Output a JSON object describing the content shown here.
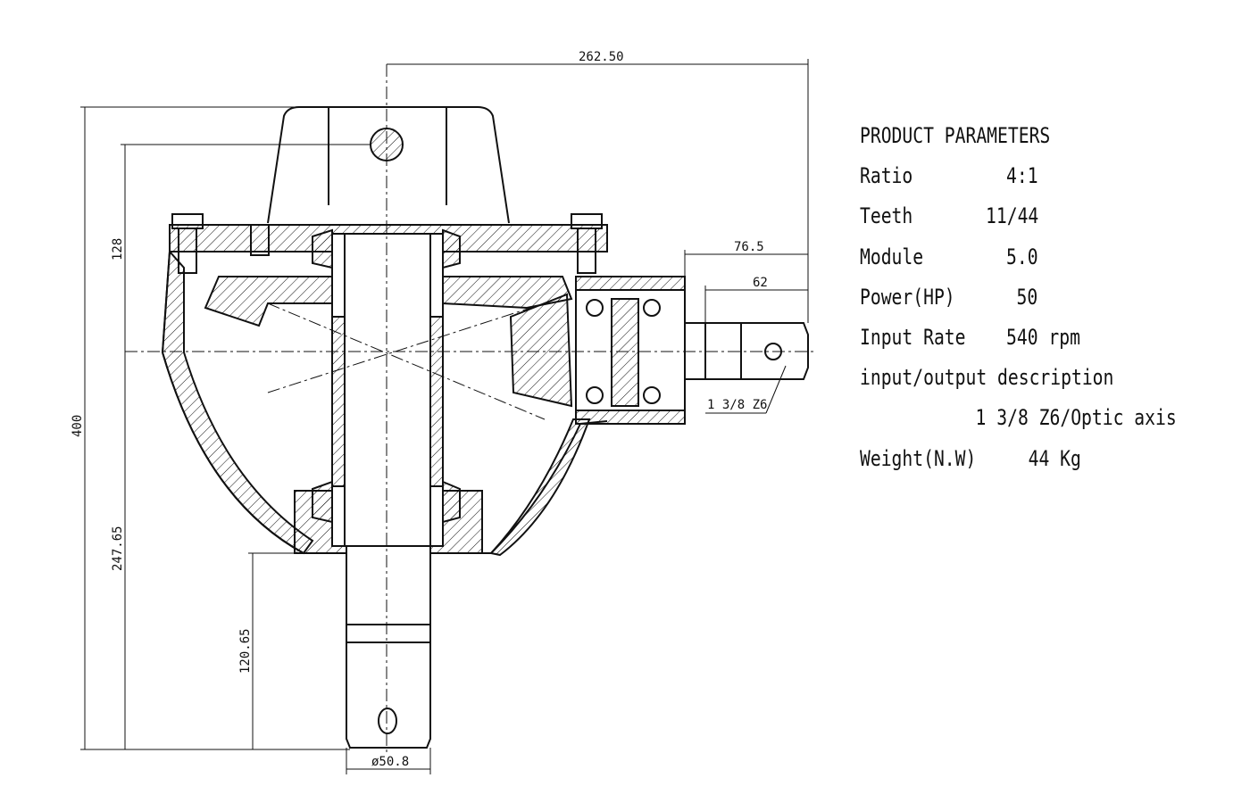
{
  "parameters": {
    "heading": "PRODUCT PARAMETERS",
    "rows": [
      {
        "label": "Ratio",
        "value": "4:1"
      },
      {
        "label": "Teeth",
        "value": "11/44"
      },
      {
        "label": "Module",
        "value": "5.0"
      },
      {
        "label": "Power(HP)",
        "value": "50"
      },
      {
        "label": "Input Rate",
        "value": "540 rpm"
      },
      {
        "label": "input/output description",
        "value": ""
      },
      {
        "label": "",
        "value": "1 3/8 Z6/Optic axis"
      },
      {
        "label": "Weight(N.W)",
        "value": "44 Kg"
      }
    ]
  },
  "dimensions": {
    "overall_width": "262.50",
    "overall_height": "400",
    "top_section": "128",
    "lower_section": "247.65",
    "output_shaft_length": "120.65",
    "output_shaft_dia": "ø50.8",
    "input_housing": "76.5",
    "input_shaft": "62",
    "spline_note": "1 3/8 Z6"
  },
  "colors": {
    "line": "#111111",
    "background": "#ffffff"
  }
}
